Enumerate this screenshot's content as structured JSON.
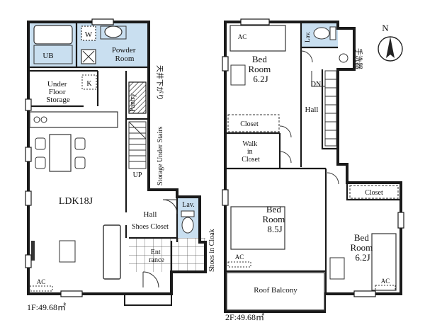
{
  "floor1": {
    "area_label": "1F:49.68㎡",
    "rooms": {
      "ub": "UB",
      "washer": "W",
      "powder": [
        "Powder",
        "Room"
      ],
      "storage": [
        "Under",
        "Floor",
        "Storage"
      ],
      "k_mark": "K",
      "pantry": "Pantry",
      "ceiling_note": "天井下がり",
      "storage_stairs": "Storage Under Stairs",
      "up": "UP",
      "ldk": "LDK18J",
      "hall": "Hall",
      "shoes_closet": "Shoes Closet",
      "entrance": [
        "Ent",
        "rance"
      ],
      "lav": "Lav.",
      "shoes_cloak": "Shoes in Cloak",
      "ac": "AC"
    }
  },
  "floor2": {
    "area_label": "2F:49.68㎡",
    "rooms": {
      "ac_top": "AC",
      "bed1": [
        "Bed",
        "Room",
        "6.2J"
      ],
      "closet1": "Closet",
      "walkin": [
        "Walk",
        "in",
        "Closet"
      ],
      "lav": "Lav.",
      "sink_note": "手洗器",
      "dn": "DN",
      "hall": "Hall",
      "bed2": [
        "Bed",
        "Room",
        "8.5J"
      ],
      "ac_mid": "AC",
      "closet2": "Closet",
      "bed3": [
        "Bed",
        "Room",
        "6.2J"
      ],
      "ac_right": "AC",
      "balcony": "Roof Balcony"
    }
  },
  "north_label": "N",
  "colors": {
    "water_area": "#c9dff0",
    "wall": "#1a1a1a"
  }
}
